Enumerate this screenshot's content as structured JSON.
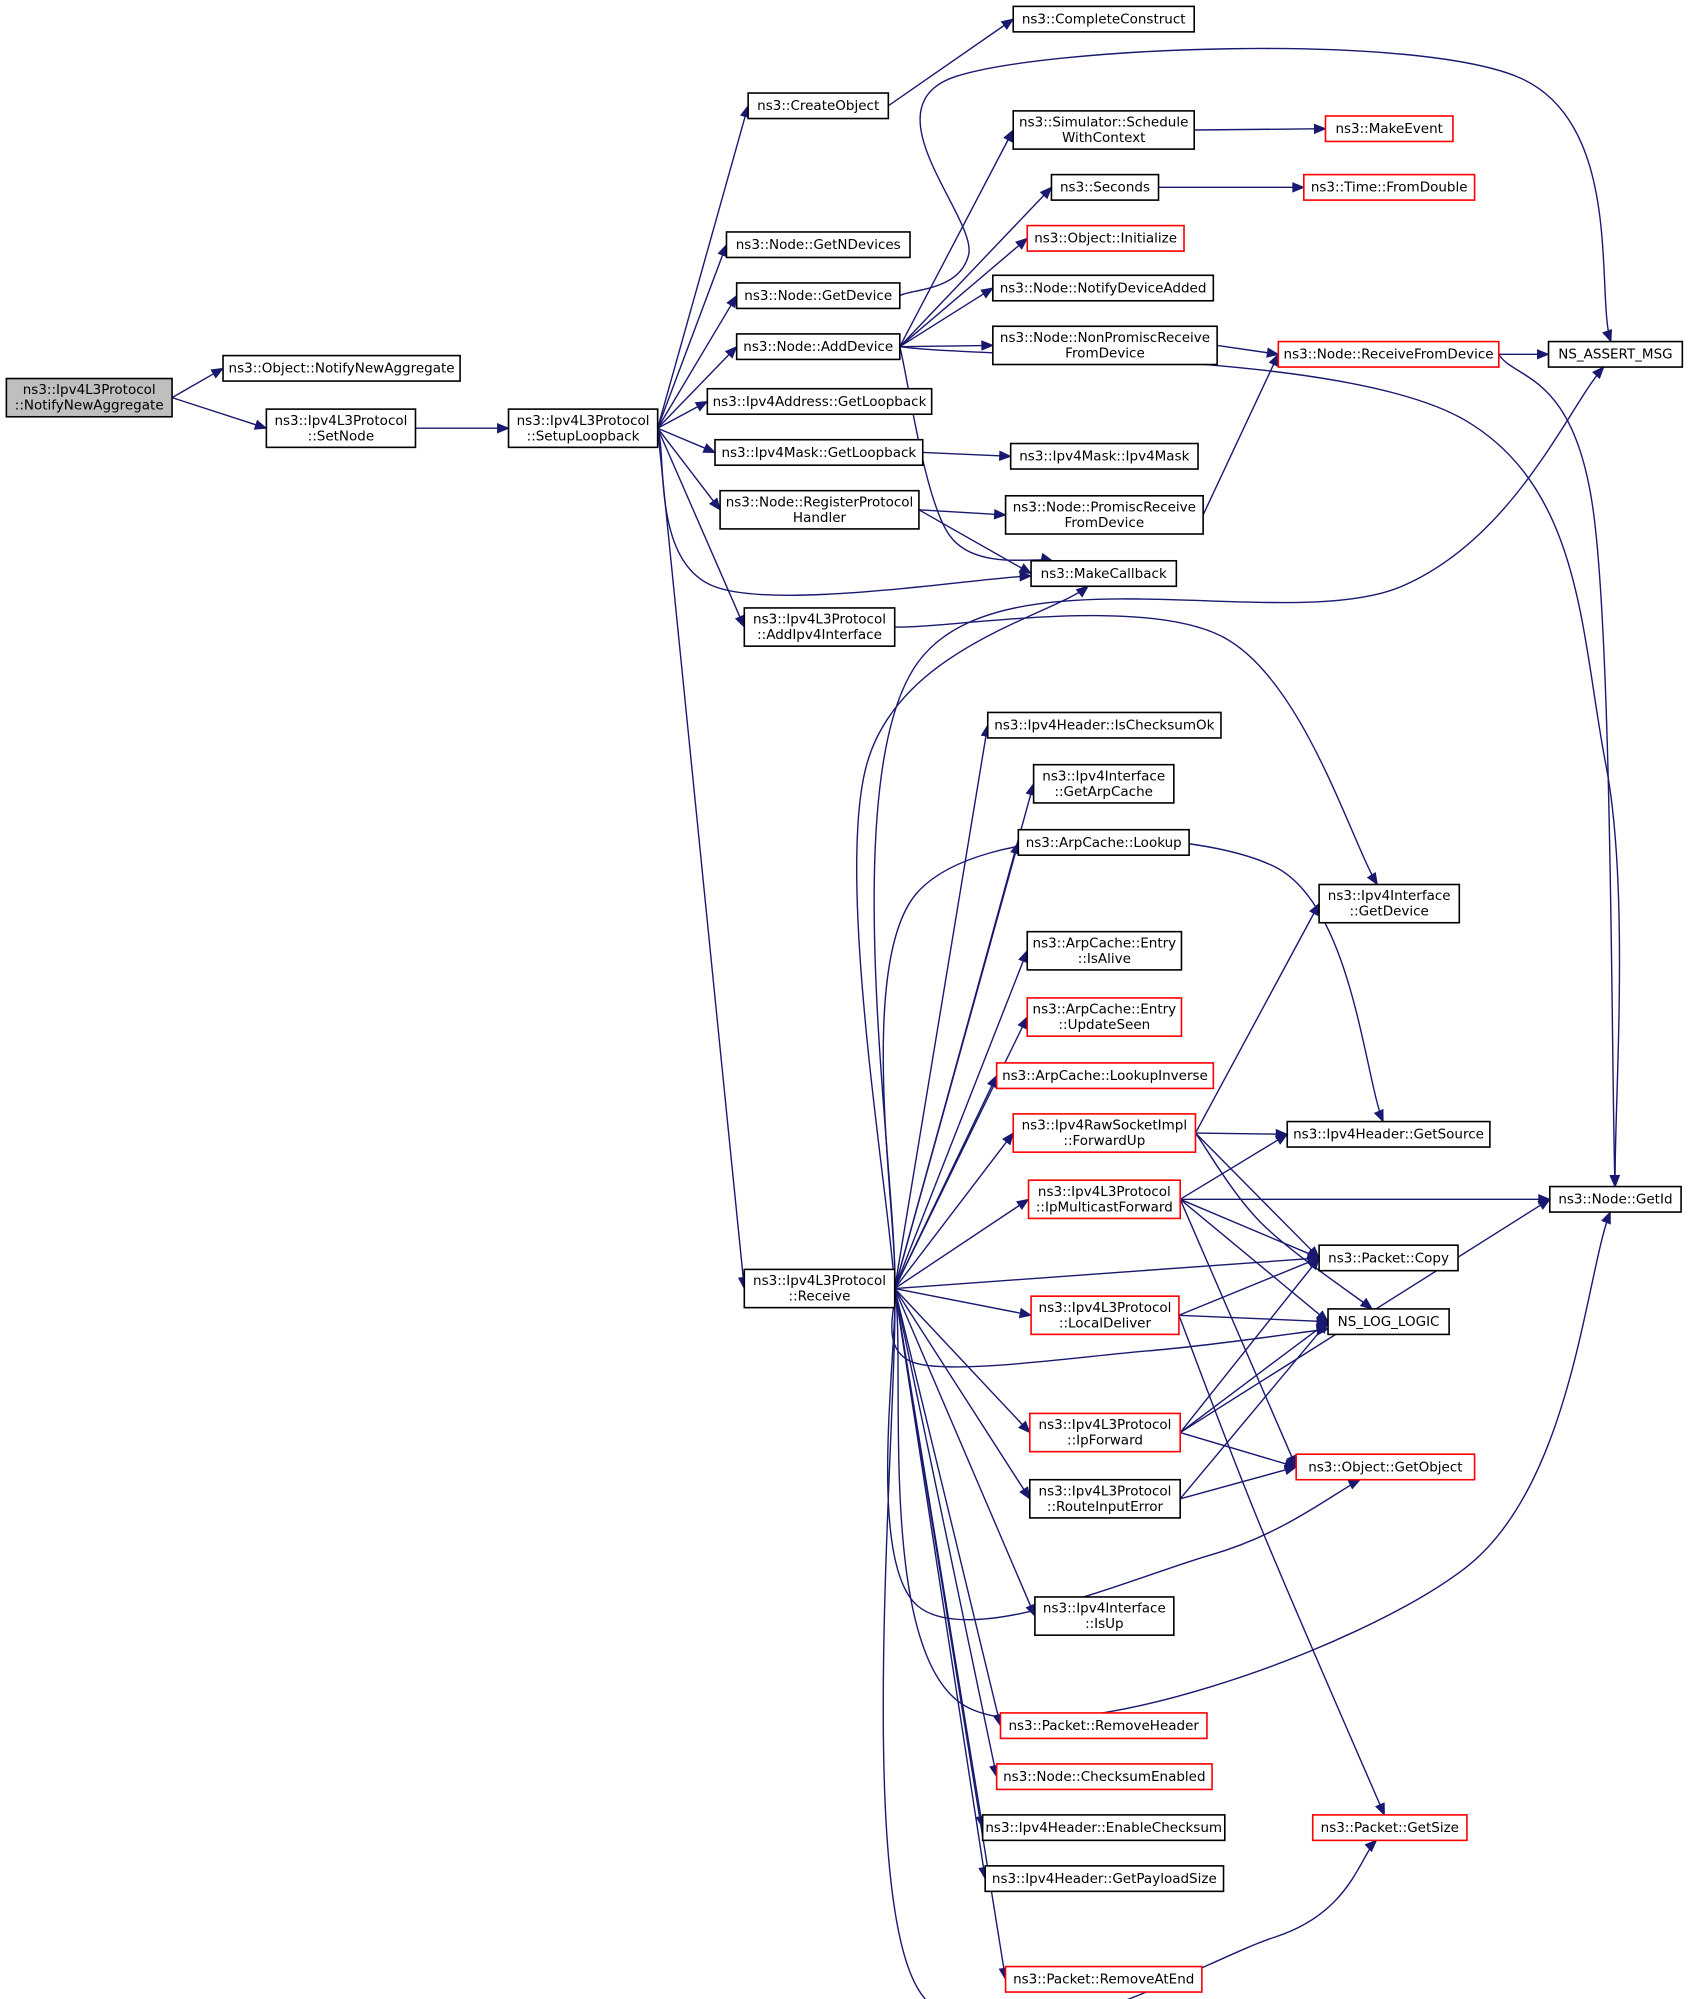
{
  "colors": {
    "edge": "#191970",
    "normal_border": "#000000",
    "truncated_border": "#ff0000",
    "current_fill": "#bfbfbf",
    "node_fill": "#ffffff"
  },
  "nodes": {
    "root": {
      "lines": [
        "ns3::Ipv4L3Protocol",
        "::NotifyNewAggregate"
      ],
      "kind": "current"
    },
    "notifyNewAggregateBase": {
      "lines": [
        "ns3::Object::NotifyNewAggregate"
      ],
      "kind": "normal"
    },
    "setNode": {
      "lines": [
        "ns3::Ipv4L3Protocol",
        "::SetNode"
      ],
      "kind": "normal"
    },
    "setupLoopback": {
      "lines": [
        "ns3::Ipv4L3Protocol",
        "::SetupLoopback"
      ],
      "kind": "normal"
    },
    "completeConstruct": {
      "lines": [
        "ns3::CompleteConstruct"
      ],
      "kind": "normal"
    },
    "createObject": {
      "lines": [
        "ns3::CreateObject"
      ],
      "kind": "normal"
    },
    "scheduleWithContext": {
      "lines": [
        "ns3::Simulator::Schedule",
        "WithContext"
      ],
      "kind": "normal"
    },
    "makeEvent": {
      "lines": [
        "ns3::MakeEvent"
      ],
      "kind": "truncated"
    },
    "seconds": {
      "lines": [
        "ns3::Seconds"
      ],
      "kind": "normal"
    },
    "fromDouble": {
      "lines": [
        "ns3::Time::FromDouble"
      ],
      "kind": "truncated"
    },
    "objectInitialize": {
      "lines": [
        "ns3::Object::Initialize"
      ],
      "kind": "truncated"
    },
    "getNDevices": {
      "lines": [
        "ns3::Node::GetNDevices"
      ],
      "kind": "normal"
    },
    "getDevice": {
      "lines": [
        "ns3::Node::GetDevice"
      ],
      "kind": "normal"
    },
    "notifyDeviceAdded": {
      "lines": [
        "ns3::Node::NotifyDeviceAdded"
      ],
      "kind": "normal"
    },
    "addDevice": {
      "lines": [
        "ns3::Node::AddDevice"
      ],
      "kind": "normal"
    },
    "nonPromiscReceive": {
      "lines": [
        "ns3::Node::NonPromiscReceive",
        "FromDevice"
      ],
      "kind": "normal"
    },
    "receiveFromDevice": {
      "lines": [
        "ns3::Node::ReceiveFromDevice"
      ],
      "kind": "truncated"
    },
    "nsAssertMsg": {
      "lines": [
        "NS_ASSERT_MSG"
      ],
      "kind": "normal"
    },
    "addrGetLoopback": {
      "lines": [
        "ns3::Ipv4Address::GetLoopback"
      ],
      "kind": "normal"
    },
    "maskGetLoopback": {
      "lines": [
        "ns3::Ipv4Mask::GetLoopback"
      ],
      "kind": "normal"
    },
    "ipv4MaskCtor": {
      "lines": [
        "ns3::Ipv4Mask::Ipv4Mask"
      ],
      "kind": "normal"
    },
    "registerProtocolHandler": {
      "lines": [
        "ns3::Node::RegisterProtocol",
        "Handler"
      ],
      "kind": "normal"
    },
    "promiscReceive": {
      "lines": [
        "ns3::Node::PromiscReceive",
        "FromDevice"
      ],
      "kind": "normal"
    },
    "makeCallback": {
      "lines": [
        "ns3::MakeCallback"
      ],
      "kind": "normal"
    },
    "addIpv4Interface": {
      "lines": [
        "ns3::Ipv4L3Protocol",
        "::AddIpv4Interface"
      ],
      "kind": "normal"
    },
    "isChecksumOk": {
      "lines": [
        "ns3::Ipv4Header::IsChecksumOk"
      ],
      "kind": "normal"
    },
    "getArpCache": {
      "lines": [
        "ns3::Ipv4Interface",
        "::GetArpCache"
      ],
      "kind": "normal"
    },
    "arpLookup": {
      "lines": [
        "ns3::ArpCache::Lookup"
      ],
      "kind": "normal"
    },
    "ifaceGetDevice": {
      "lines": [
        "ns3::Ipv4Interface",
        "::GetDevice"
      ],
      "kind": "normal"
    },
    "entryIsAlive": {
      "lines": [
        "ns3::ArpCache::Entry",
        "::IsAlive"
      ],
      "kind": "normal"
    },
    "entryUpdateSeen": {
      "lines": [
        "ns3::ArpCache::Entry",
        "::UpdateSeen"
      ],
      "kind": "truncated"
    },
    "lookupInverse": {
      "lines": [
        "ns3::ArpCache::LookupInverse"
      ],
      "kind": "truncated"
    },
    "forwardUp": {
      "lines": [
        "ns3::Ipv4RawSocketImpl",
        "::ForwardUp"
      ],
      "kind": "truncated"
    },
    "getSource": {
      "lines": [
        "ns3::Ipv4Header::GetSource"
      ],
      "kind": "normal"
    },
    "ipMulticastForward": {
      "lines": [
        "ns3::Ipv4L3Protocol",
        "::IpMulticastForward"
      ],
      "kind": "truncated"
    },
    "nodeGetId": {
      "lines": [
        "ns3::Node::GetId"
      ],
      "kind": "normal"
    },
    "receive": {
      "lines": [
        "ns3::Ipv4L3Protocol",
        "::Receive"
      ],
      "kind": "normal"
    },
    "packetCopy": {
      "lines": [
        "ns3::Packet::Copy"
      ],
      "kind": "normal"
    },
    "localDeliver": {
      "lines": [
        "ns3::Ipv4L3Protocol",
        "::LocalDeliver"
      ],
      "kind": "truncated"
    },
    "nsLogLogic": {
      "lines": [
        "NS_LOG_LOGIC"
      ],
      "kind": "normal"
    },
    "ipForward": {
      "lines": [
        "ns3::Ipv4L3Protocol",
        "::IpForward"
      ],
      "kind": "truncated"
    },
    "getObject": {
      "lines": [
        "ns3::Object::GetObject"
      ],
      "kind": "truncated"
    },
    "routeInputError": {
      "lines": [
        "ns3::Ipv4L3Protocol",
        "::RouteInputError"
      ],
      "kind": "normal"
    },
    "ifaceIsUp": {
      "lines": [
        "ns3::Ipv4Interface",
        "::IsUp"
      ],
      "kind": "normal"
    },
    "removeHeader": {
      "lines": [
        "ns3::Packet::RemoveHeader"
      ],
      "kind": "truncated"
    },
    "checksumEnabled": {
      "lines": [
        "ns3::Node::ChecksumEnabled"
      ],
      "kind": "truncated"
    },
    "enableChecksum": {
      "lines": [
        "ns3::Ipv4Header::EnableChecksum"
      ],
      "kind": "normal"
    },
    "getPayloadSize": {
      "lines": [
        "ns3::Ipv4Header::GetPayloadSize"
      ],
      "kind": "normal"
    },
    "packetGetSize": {
      "lines": [
        "ns3::Packet::GetSize"
      ],
      "kind": "truncated"
    },
    "removeAtEnd": {
      "lines": [
        "ns3::Packet::RemoveAtEnd"
      ],
      "kind": "truncated"
    }
  },
  "edges": [
    [
      "root",
      "notifyNewAggregateBase"
    ],
    [
      "root",
      "setNode"
    ],
    [
      "setNode",
      "setupLoopback"
    ],
    [
      "setupLoopback",
      "createObject"
    ],
    [
      "setupLoopback",
      "getNDevices"
    ],
    [
      "setupLoopback",
      "getDevice"
    ],
    [
      "setupLoopback",
      "addDevice"
    ],
    [
      "setupLoopback",
      "addrGetLoopback"
    ],
    [
      "setupLoopback",
      "maskGetLoopback"
    ],
    [
      "setupLoopback",
      "registerProtocolHandler"
    ],
    [
      "setupLoopback",
      "makeCallback"
    ],
    [
      "setupLoopback",
      "addIpv4Interface"
    ],
    [
      "setupLoopback",
      "receive"
    ],
    [
      "createObject",
      "completeConstruct"
    ],
    [
      "getDevice",
      "nsAssertMsg"
    ],
    [
      "addDevice",
      "scheduleWithContext"
    ],
    [
      "addDevice",
      "seconds"
    ],
    [
      "addDevice",
      "objectInitialize"
    ],
    [
      "addDevice",
      "notifyDeviceAdded"
    ],
    [
      "addDevice",
      "nonPromiscReceive"
    ],
    [
      "addDevice",
      "makeCallback"
    ],
    [
      "addDevice",
      "nodeGetId"
    ],
    [
      "scheduleWithContext",
      "makeEvent"
    ],
    [
      "seconds",
      "fromDouble"
    ],
    [
      "nonPromiscReceive",
      "receiveFromDevice"
    ],
    [
      "receiveFromDevice",
      "nsAssertMsg"
    ],
    [
      "receiveFromDevice",
      "nodeGetId"
    ],
    [
      "maskGetLoopback",
      "ipv4MaskCtor"
    ],
    [
      "registerProtocolHandler",
      "promiscReceive"
    ],
    [
      "registerProtocolHandler",
      "makeCallback"
    ],
    [
      "promiscReceive",
      "receiveFromDevice"
    ],
    [
      "addIpv4Interface",
      "ifaceGetDevice"
    ],
    [
      "receive",
      "makeCallback"
    ],
    [
      "receive",
      "nsAssertMsg"
    ],
    [
      "receive",
      "isChecksumOk"
    ],
    [
      "receive",
      "getArpCache"
    ],
    [
      "receive",
      "arpLookup"
    ],
    [
      "receive",
      "getSource"
    ],
    [
      "receive",
      "entryIsAlive"
    ],
    [
      "receive",
      "entryUpdateSeen"
    ],
    [
      "receive",
      "lookupInverse"
    ],
    [
      "receive",
      "forwardUp"
    ],
    [
      "receive",
      "ipMulticastForward"
    ],
    [
      "receive",
      "packetCopy"
    ],
    [
      "receive",
      "localDeliver"
    ],
    [
      "receive",
      "nsLogLogic"
    ],
    [
      "receive",
      "ipForward"
    ],
    [
      "receive",
      "routeInputError"
    ],
    [
      "receive",
      "getObject"
    ],
    [
      "receive",
      "ifaceIsUp"
    ],
    [
      "receive",
      "nodeGetId"
    ],
    [
      "receive",
      "removeHeader"
    ],
    [
      "receive",
      "checksumEnabled"
    ],
    [
      "receive",
      "enableChecksum"
    ],
    [
      "receive",
      "getPayloadSize"
    ],
    [
      "receive",
      "packetGetSize"
    ],
    [
      "receive",
      "removeAtEnd"
    ],
    [
      "forwardUp",
      "ifaceGetDevice"
    ],
    [
      "forwardUp",
      "getSource"
    ],
    [
      "forwardUp",
      "packetCopy"
    ],
    [
      "forwardUp",
      "nsLogLogic"
    ],
    [
      "ipMulticastForward",
      "getSource"
    ],
    [
      "ipMulticastForward",
      "nodeGetId"
    ],
    [
      "ipMulticastForward",
      "packetCopy"
    ],
    [
      "ipMulticastForward",
      "nsLogLogic"
    ],
    [
      "ipMulticastForward",
      "getObject"
    ],
    [
      "localDeliver",
      "packetCopy"
    ],
    [
      "localDeliver",
      "nsLogLogic"
    ],
    [
      "localDeliver",
      "packetGetSize"
    ],
    [
      "ipForward",
      "packetCopy"
    ],
    [
      "ipForward",
      "nsLogLogic"
    ],
    [
      "ipForward",
      "nodeGetId"
    ],
    [
      "ipForward",
      "getObject"
    ],
    [
      "routeInputError",
      "nsLogLogic"
    ],
    [
      "routeInputError",
      "getObject"
    ]
  ]
}
